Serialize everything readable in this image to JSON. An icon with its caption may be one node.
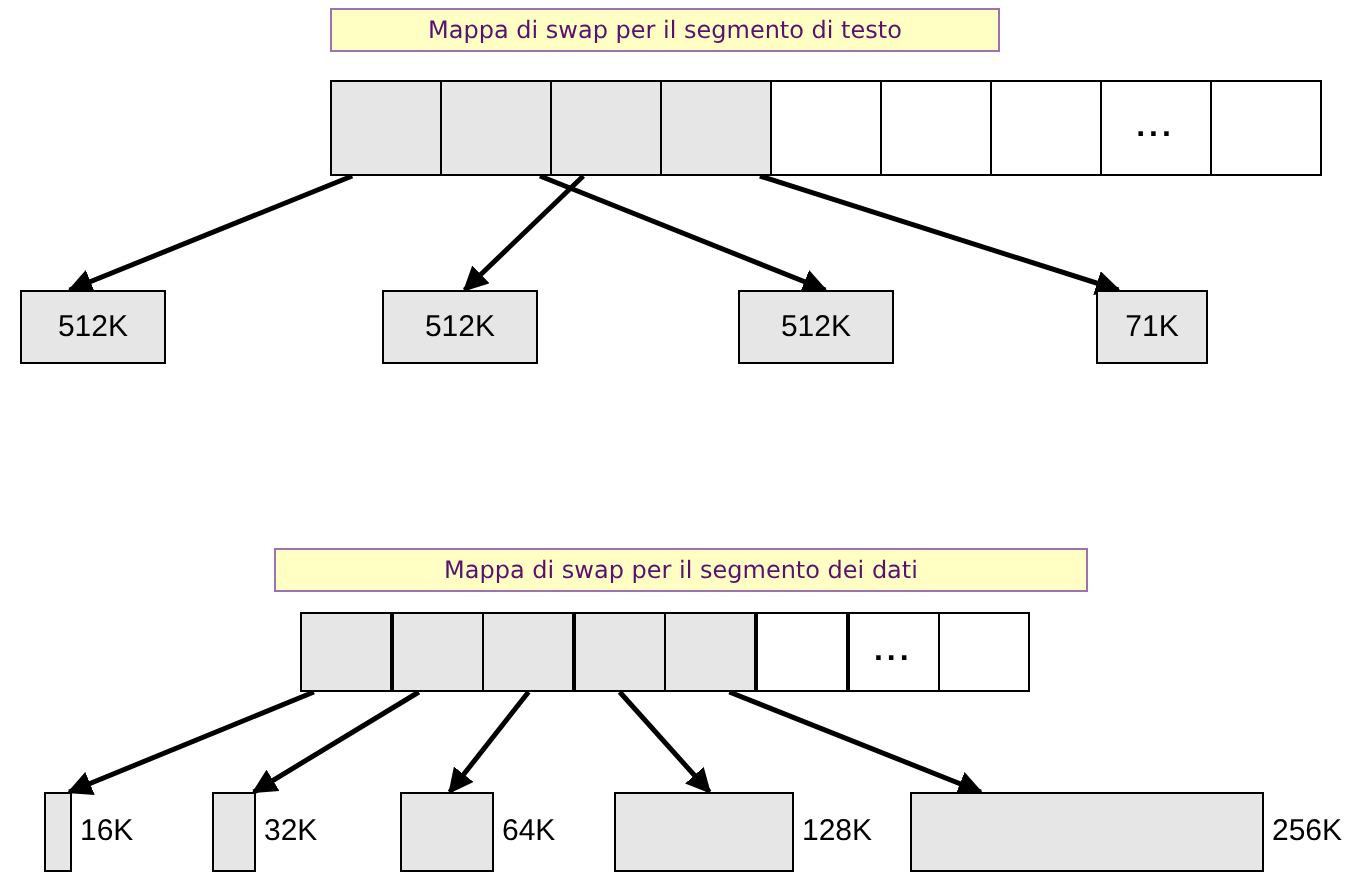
{
  "diagram": {
    "nodes": [
      {
        "text": [
          "Mappa di swap per il segmento di testo"
        ]
      },
      {
        "text": [],
        "shape": "box"
      },
      {
        "text": [],
        "shape": "box"
      },
      {
        "text": [],
        "shape": "box"
      },
      {
        "text": [],
        "shape": "box"
      },
      {
        "text": [],
        "shape": "box"
      },
      {
        "text": [],
        "shape": "box"
      },
      {
        "text": [],
        "shape": "box"
      },
      {
        "text": [
          "..."
        ]
      },
      {
        "text": [],
        "shape": "box"
      },
      {
        "text": [
          "512K"
        ]
      },
      {
        "text": [
          "512K"
        ]
      },
      {
        "text": [
          "512K"
        ]
      },
      {
        "text": [
          "71K"
        ]
      },
      {
        "text": [
          "Mappa di swap per il segmento dei dati"
        ]
      },
      {
        "text": [],
        "shape": "box"
      },
      {
        "text": [],
        "shape": "box"
      },
      {
        "text": [],
        "shape": "box"
      },
      {
        "text": [],
        "shape": "box"
      },
      {
        "text": [],
        "shape": "box"
      },
      {
        "text": [],
        "shape": "box"
      },
      {
        "text": [
          "..."
        ]
      },
      {
        "text": [],
        "shape": "box"
      },
      {
        "text": [],
        "shape": "box",
        "beside": [
          "16K"
        ]
      },
      {
        "text": [],
        "shape": "box",
        "beside": [
          "32K"
        ]
      },
      {
        "text": [],
        "shape": "box",
        "beside": [
          "64K"
        ]
      },
      {
        "text": [],
        "shape": "box",
        "beside": [
          "128K"
        ]
      },
      {
        "text": [],
        "shape": "box",
        "beside": [
          "256K"
        ]
      }
    ],
    "edges": [
      {
        "from": 1,
        "to": 10,
        "arrow": "to"
      },
      {
        "from": 2,
        "to": 12,
        "arrow": "to"
      },
      {
        "from": 3,
        "to": 11,
        "arrow": "to"
      },
      {
        "from": 4,
        "to": 13,
        "arrow": "to"
      },
      {
        "from": 15,
        "to": 23,
        "arrow": "to"
      },
      {
        "from": 16,
        "to": 24,
        "arrow": "to"
      },
      {
        "from": 17,
        "to": 25,
        "arrow": "to"
      },
      {
        "from": 18,
        "to": 26,
        "arrow": "to"
      },
      {
        "from": 19,
        "to": 27,
        "arrow": "to"
      }
    ]
  }
}
